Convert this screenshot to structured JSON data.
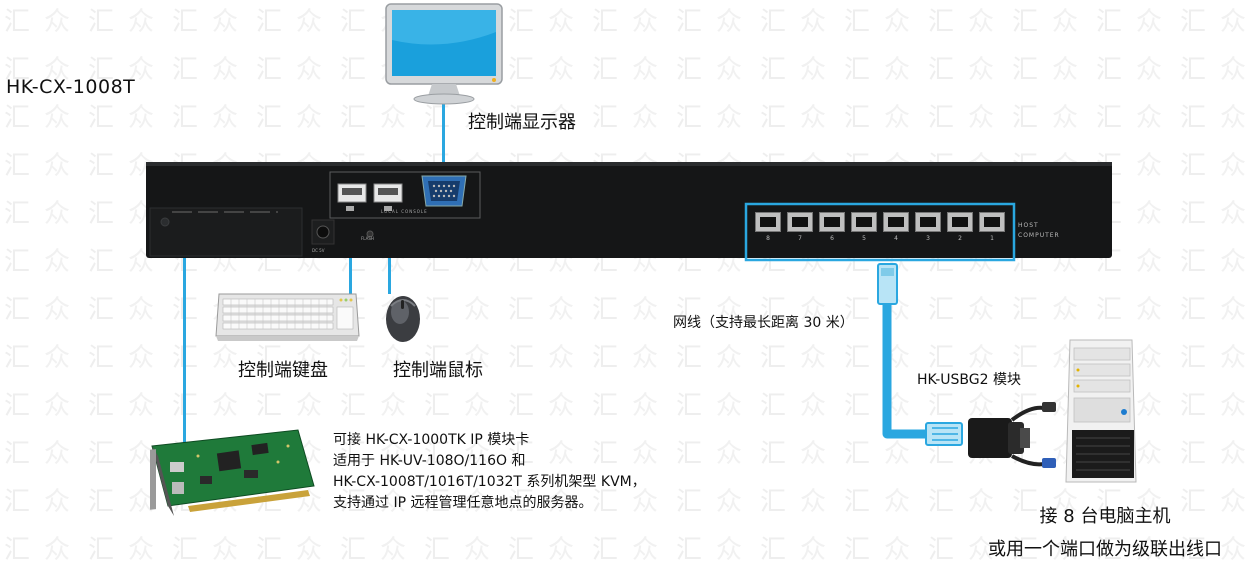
{
  "model": "HK-CX-1008T",
  "devices": {
    "monitor_label": "控制端显示器",
    "keyboard_label": "控制端键盘",
    "mouse_label": "控制端鼠标"
  },
  "chassis": {
    "console_label": "LOCAL CONSOLE",
    "dc_label": "DC 5V",
    "flash_label": "FLASH",
    "host_label_1": "HOST",
    "host_label_2": "COMPUTER",
    "port_numbers": [
      "8",
      "7",
      "6",
      "5",
      "4",
      "3",
      "2",
      "1"
    ]
  },
  "cable": {
    "label": "网线（支持最长距离 30 米）",
    "module_label": "HK-USBG2 模块"
  },
  "ip_card": {
    "lines": [
      "可接 HK-CX-1000TK IP 模块卡",
      "适用于 HK-UV-108O/116O 和",
      "HK-CX-1008T/1016T/1032T 系列机架型 KVM，",
      "支持通过 IP 远程管理任意地点的服务器。"
    ]
  },
  "host_pc": {
    "line1": "接 8 台电脑主机",
    "line2": "或用一个端口做为级联出线口"
  },
  "colors": {
    "cable": "#2aa7e0",
    "chassis": "#151617",
    "port_highlight": "#2aa7e0",
    "watermark": "#efefef"
  }
}
